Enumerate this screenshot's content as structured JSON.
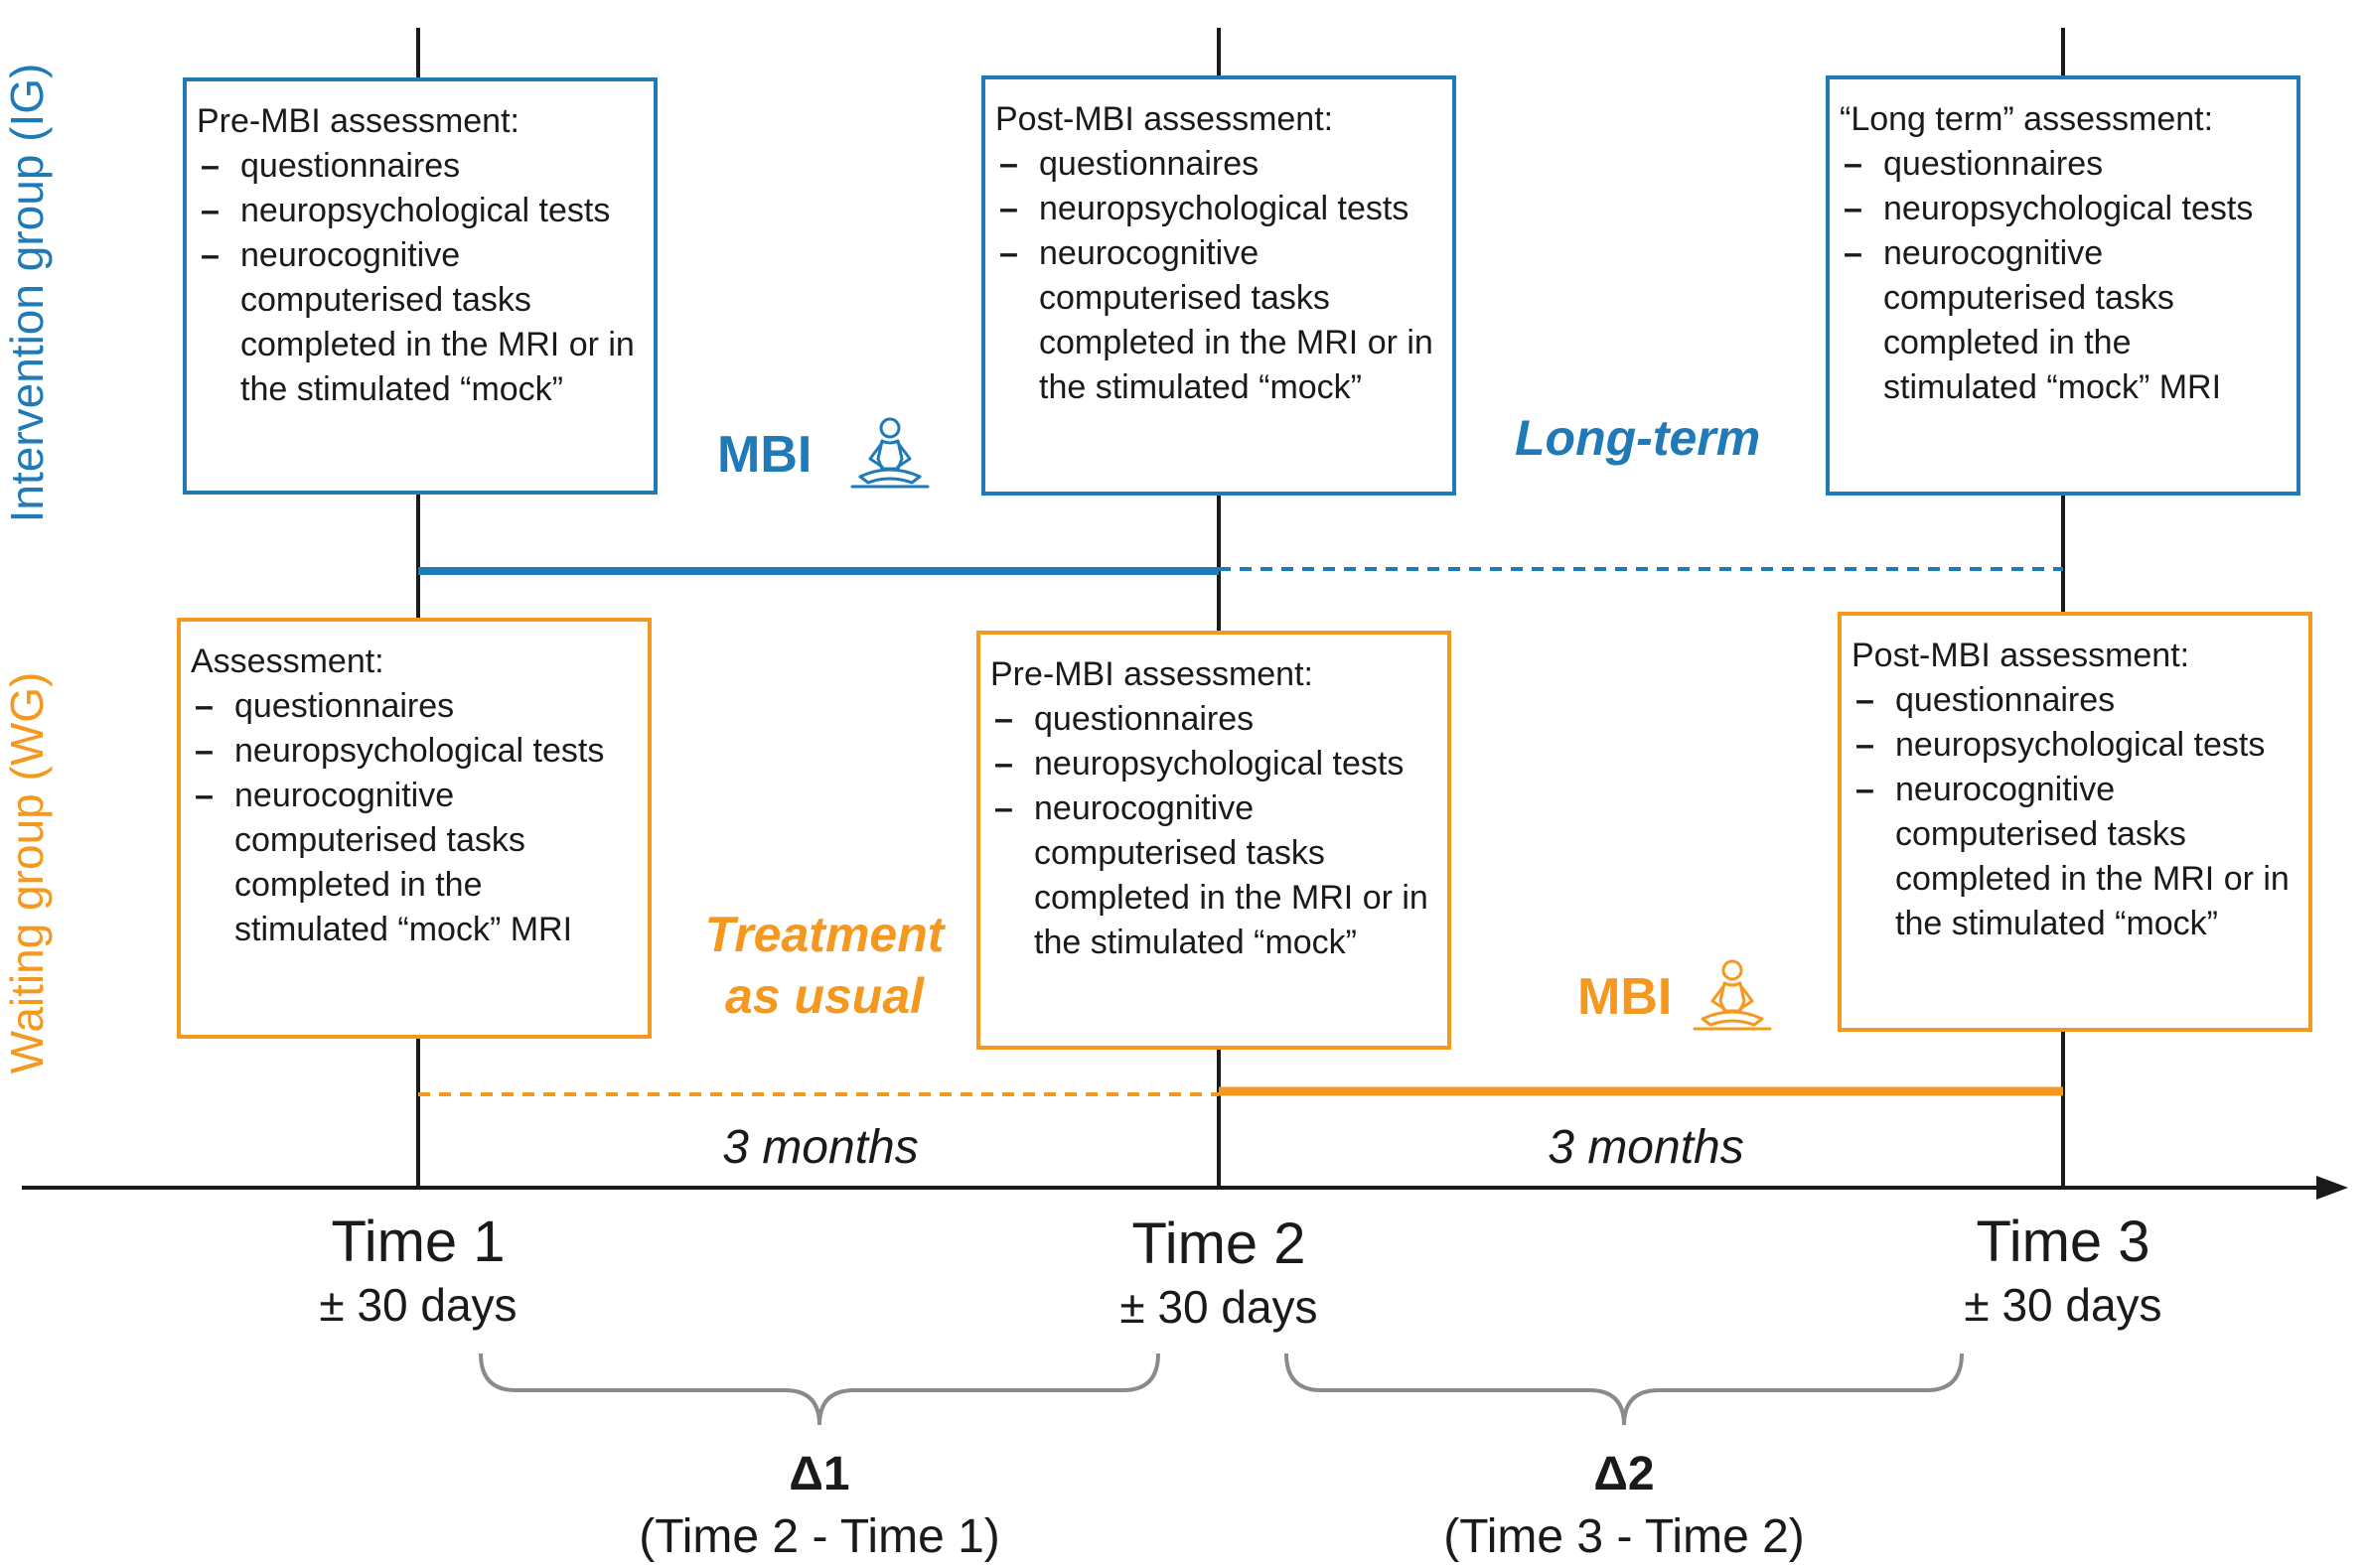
{
  "colors": {
    "intervention": "#1f7ab7",
    "waiting": "#f4981f",
    "axis": "#1a1a1a",
    "brace": "#8a8a8a"
  },
  "groups": {
    "intervention_label": "Intervention group (IG)",
    "waiting_label": "Waiting group (WG)"
  },
  "ig_boxes": [
    {
      "title": "Pre-MBI assessment:",
      "items": [
        "questionnaires",
        "neuropsychological tests",
        "neurocognitive computerised tasks completed in the MRI or in the stimulated “mock”"
      ]
    },
    {
      "title": "Post-MBI assessment:",
      "items": [
        "questionnaires",
        "neuropsychological tests",
        "neurocognitive computerised tasks completed in the MRI or in the stimulated “mock”"
      ]
    },
    {
      "title": "“Long term” assessment:",
      "items": [
        "questionnaires",
        "neuropsychological tests",
        "neurocognitive computerised tasks completed in the stimulated “mock” MRI"
      ]
    }
  ],
  "wg_boxes": [
    {
      "title": "Assessment:",
      "items": [
        "questionnaires",
        "neuropsychological tests",
        "neurocognitive computerised tasks completed in the stimulated “mock” MRI"
      ]
    },
    {
      "title": "Pre-MBI assessment:",
      "items": [
        "questionnaires",
        "neuropsychological tests",
        "neurocognitive computerised tasks completed in the MRI or in the stimulated “mock”"
      ]
    },
    {
      "title": "Post-MBI assessment:",
      "items": [
        "questionnaires",
        "neuropsychological tests",
        "neurocognitive computerised tasks completed in the MRI or in the stimulated “mock”"
      ]
    }
  ],
  "phases": {
    "ig_mbi": "MBI",
    "ig_long_term": "Long-term",
    "wg_tau_line1": "Treatment",
    "wg_tau_line2": "as usual",
    "wg_mbi": "MBI",
    "meditation_icon": "meditation-icon"
  },
  "intervals": [
    "3 months",
    "3 months"
  ],
  "timepoints": [
    {
      "label": "Time 1",
      "window": "± 30 days"
    },
    {
      "label": "Time 2",
      "window": "± 30 days"
    },
    {
      "label": "Time 3",
      "window": "± 30 days"
    }
  ],
  "deltas": [
    {
      "label": "Δ1",
      "desc": "(Time 2 - Time 1)"
    },
    {
      "label": "Δ2",
      "desc": "(Time 3 - Time 2)"
    }
  ]
}
